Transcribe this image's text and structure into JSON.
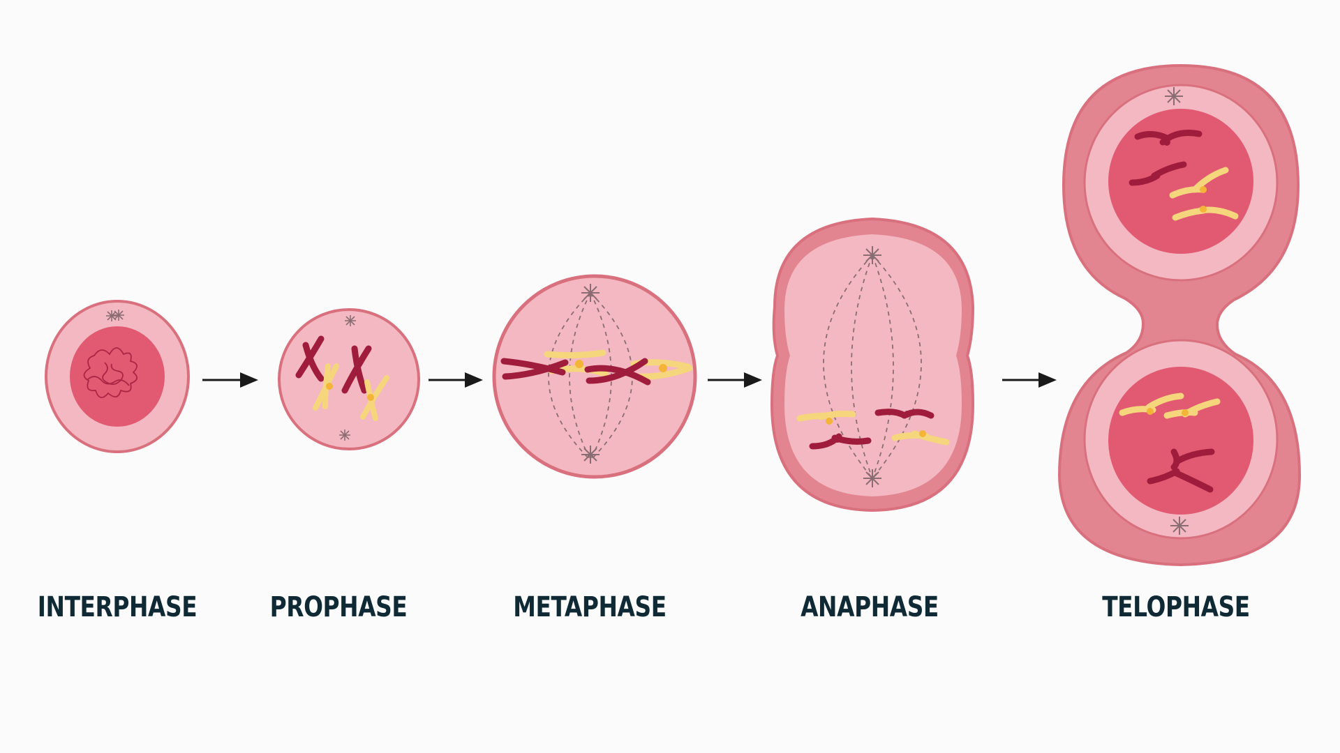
{
  "diagram": {
    "stages": [
      {
        "id": "interphase",
        "label": "INTERPHASE"
      },
      {
        "id": "prophase",
        "label": "PROPHASE"
      },
      {
        "id": "metaphase",
        "label": "METAPHASE"
      },
      {
        "id": "anaphase",
        "label": "ANAPHASE"
      },
      {
        "id": "telophase",
        "label": "TELOPHASE"
      }
    ],
    "colors": {
      "background": "#fbfbfb",
      "membrane_outer": "#d9707e",
      "membrane_fill": "#e28590",
      "cytoplasm": "#f3b8c1",
      "nucleus": "#e25a72",
      "chromosome_dark": "#a01c3c",
      "chromosome_light": "#f6d67c",
      "centromere": "#f3b437",
      "spindle": "#8a6d72",
      "arrow": "#1a1a1a",
      "label": "#0f2a35"
    }
  }
}
